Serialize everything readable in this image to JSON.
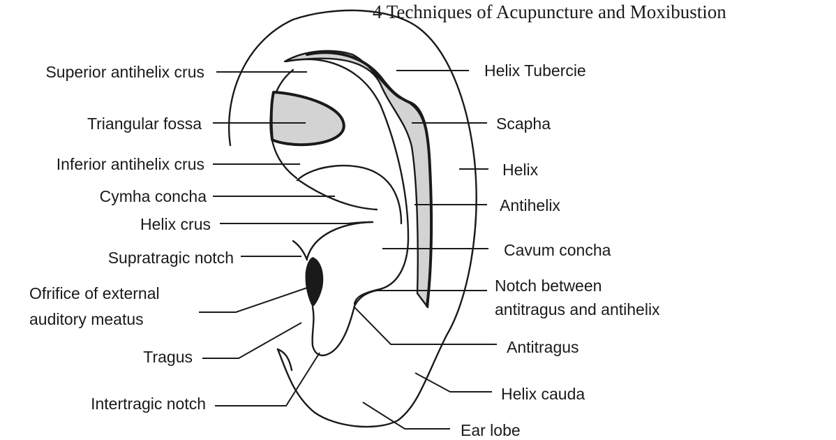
{
  "header": {
    "title": "4 Techniques of Acupuncture and Moxibustion"
  },
  "labels": {
    "superior_antihelix_crus": "Superior antihelix crus",
    "triangular_fossa": "Triangular fossa",
    "inferior_antihelix_crus": "Inferior antihelix crus",
    "cymha_concha": "Cymha concha",
    "helix_crus": "Helix crus",
    "supratragic_notch": "Supratragic notch",
    "orifice_line1": "Ofrifice of external",
    "orifice_line2": "auditory meatus",
    "tragus": "Tragus",
    "intertragic_notch": "Intertragic notch",
    "helix_tubercie": "Helix Tubercie",
    "scapha": "Scapha",
    "helix": "Helix",
    "antihelix": "Antihelix",
    "cavum_concha": "Cavum concha",
    "notch_line1": "Notch between",
    "notch_line2": "antitragus and antihelix",
    "antitragus": "Antitragus",
    "helix_cauda": "Helix cauda",
    "ear_lobe": "Ear lobe"
  },
  "colors": {
    "shaded_region": "#d3d3d3",
    "meatus": "#1a1a1a",
    "line": "#1a1a1a"
  }
}
